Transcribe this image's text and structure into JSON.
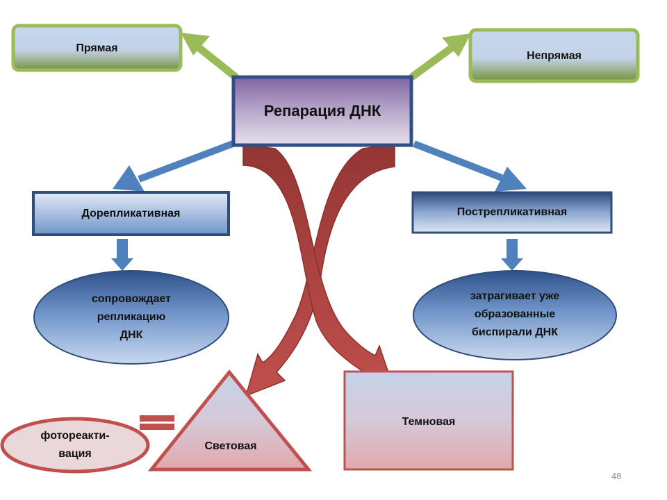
{
  "diagram": {
    "center": "Репарация ДНК",
    "direct": "Прямая",
    "indirect": "Непрямая",
    "prereplicative": "Дорепликативная",
    "postreplicative": "Пострепликативная",
    "pre_note": "сопровождает\nрепликацию\nДНК",
    "post_note": "затрагивает уже\nобразованные\nбиспирали ДНК",
    "light": "Световая",
    "dark": "Темновая",
    "photoreactivation": "фотореакти-\nвация"
  },
  "page_number": "48",
  "colors": {
    "green_arrow": "#9bbb59",
    "blue_arrow": "#4f81bd",
    "red_arrow": "#c0504d",
    "center_border": "#2f4f86",
    "box_border": "#2f4d7a"
  }
}
